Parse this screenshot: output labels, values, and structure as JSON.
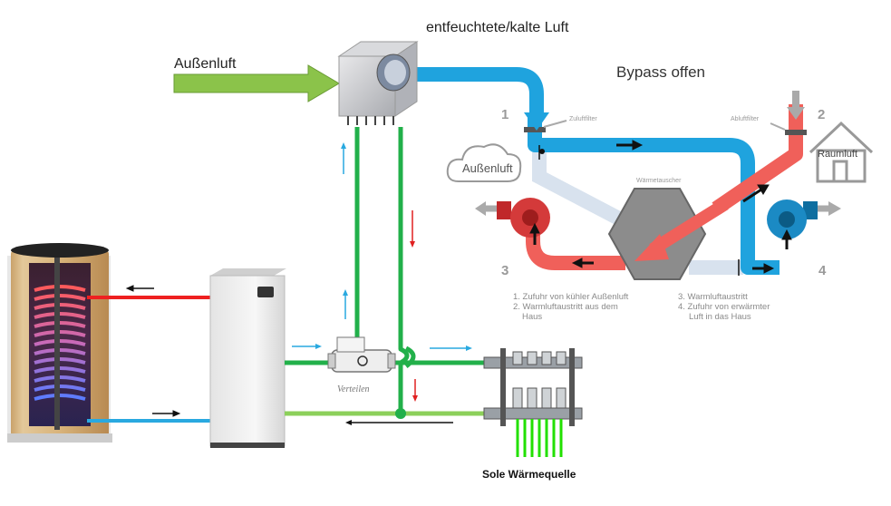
{
  "labels": {
    "dehumidified_air": "entfeuchtete/kalte Luft",
    "outside_air": "Außenluft",
    "bypass_state": "Bypass offen",
    "num1": "1",
    "num2": "2",
    "num3": "3",
    "num4": "4",
    "supply_filter": "Zuluftfilter",
    "exhaust_filter": "Abluftfilter",
    "heat_exchanger": "Wärmetauscher",
    "cloud_outside": "Außenluft",
    "room_air": "Raumluft",
    "distribute": "Verteilen",
    "brine_source": "Sole Wärmequelle"
  },
  "legend": {
    "item1": "1. Zufuhr von kühler Außenluft",
    "item2a": "2. Warmluftaustritt aus dem",
    "item2b": "Haus",
    "item3": "3. Warmluftaustritt",
    "item4a": "4. Zufuhr von erwärmter",
    "item4b": "Luft in das Haus"
  },
  "colors": {
    "green_pipe": "#22b04a",
    "light_green_pipe": "#8cd05a",
    "red_pipe": "#ee2020",
    "blue_pipe": "#29a9e0",
    "duct_blue": "#1fa3de",
    "duct_red": "#f0605a",
    "arrow_green": "#8bc34a"
  }
}
